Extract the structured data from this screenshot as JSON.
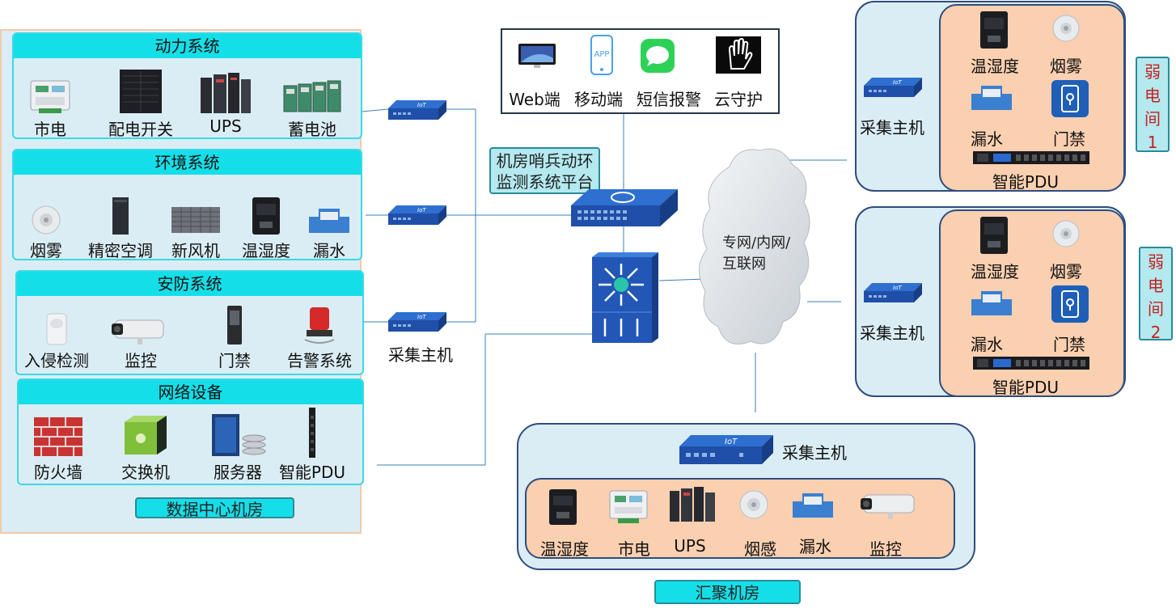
{
  "data_center": {
    "title": "数据中心机房",
    "systems": [
      {
        "title": "动力系统",
        "items": [
          "市电",
          "配电开关",
          "UPS",
          "蓄电池"
        ]
      },
      {
        "title": "环境系统",
        "items": [
          "烟雾",
          "精密空调",
          "新风机",
          "温湿度",
          "漏水"
        ]
      },
      {
        "title": "安防系统",
        "items": [
          "入侵检测",
          "监控",
          "门禁",
          "告警系统"
        ]
      },
      {
        "title": "网络设备",
        "items": [
          "防火墙",
          "交换机",
          "服务器",
          "智能PDU"
        ]
      }
    ]
  },
  "collector_label": "采集主机",
  "device_iot_text": "IoT",
  "channels": [
    "Web端",
    "移动端",
    "短信报警",
    "云守护"
  ],
  "app_icon_text": "APP",
  "platform": {
    "line1": "机房哨兵动环",
    "line2": "监测系统平台"
  },
  "cloud": {
    "text": "专网/内网/互联网"
  },
  "weak_rooms": [
    {
      "tag": [
        "弱",
        "电",
        "间",
        "1"
      ],
      "collector": "采集主机",
      "items": [
        "温湿度",
        "烟雾",
        "漏水",
        "门禁"
      ],
      "pdu": "智能PDU"
    },
    {
      "tag": [
        "弱",
        "电",
        "间",
        "2"
      ],
      "collector": "采集主机",
      "items": [
        "温湿度",
        "烟雾",
        "漏水",
        "门禁"
      ],
      "pdu": "智能PDU"
    }
  ],
  "aggregation": {
    "title": "汇聚机房",
    "collector": "采集主机",
    "items": [
      "温湿度",
      "市电",
      "UPS",
      "烟感",
      "漏水",
      "监控"
    ]
  },
  "colors": {
    "cyan_header": "#14dfe9",
    "panel_bg": "#dbedf4",
    "orange_panel": "#fad0b0",
    "device_blue": "#1f4fa8",
    "tag_text": "#c82020"
  }
}
